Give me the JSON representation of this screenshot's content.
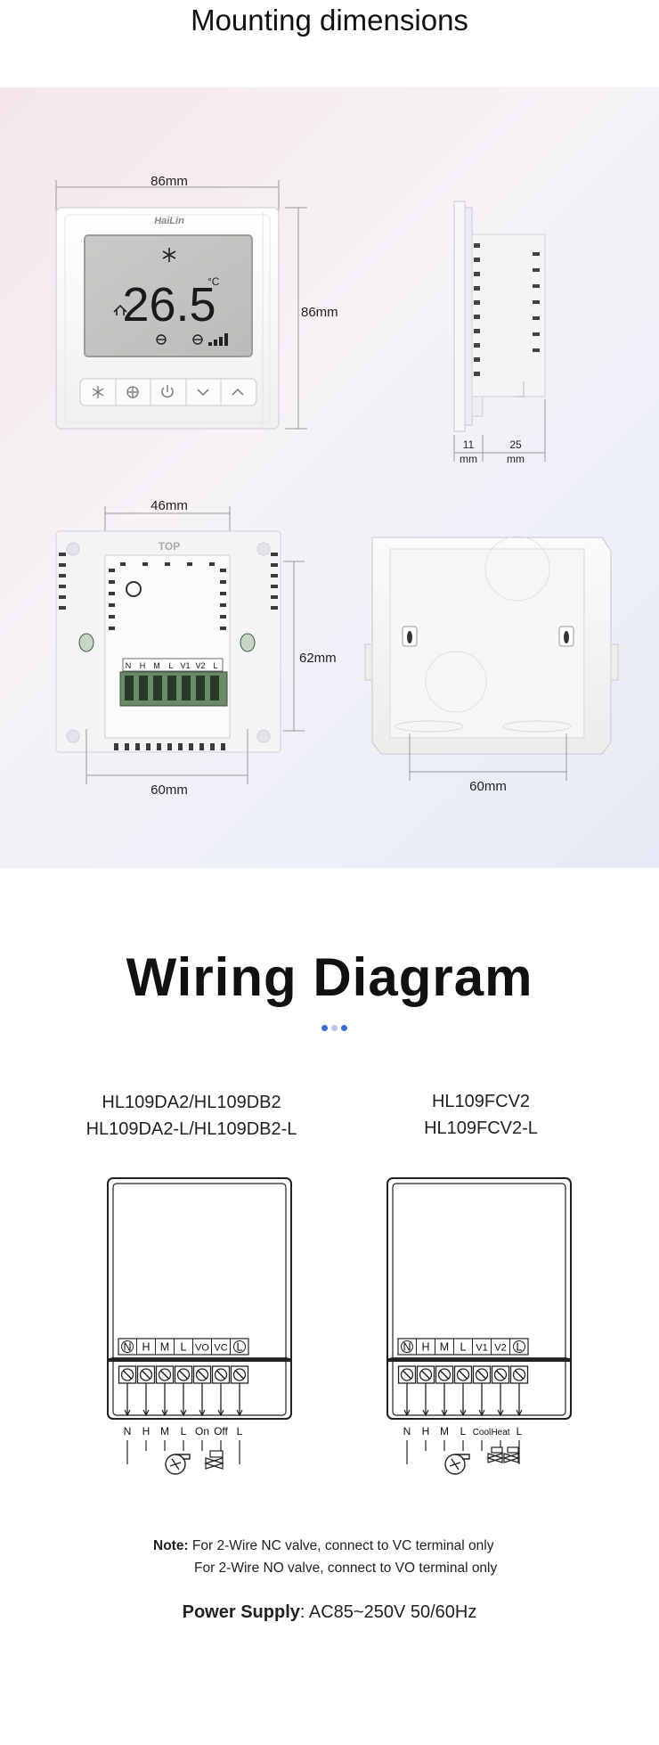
{
  "mounting": {
    "title": "Mounting dimensions",
    "front_width": "86mm",
    "front_height": "86mm",
    "side_depth_a": "11",
    "side_depth_b": "25",
    "side_unit_a": "mm",
    "side_unit_b": "mm",
    "back_module_width": "46mm",
    "back_module_height": "62mm",
    "back_hole_spacing": "60mm",
    "box_hole_spacing": "60mm",
    "brand_logo": "HaiLin",
    "lcd_temperature": "26.5",
    "lcd_unit": "°C",
    "back_label": "TOP",
    "back_terminals": [
      "N",
      "H",
      "M",
      "L",
      "V1",
      "V2",
      "L"
    ],
    "buttons": [
      "snowflake-icon",
      "fan-icon",
      "power-icon",
      "down-arrow-icon",
      "up-arrow-icon"
    ]
  },
  "wiring": {
    "title": "Wiring Diagram",
    "dot_colors": [
      "#3a6fd8",
      "#b9c6e8",
      "#3a6fd8"
    ],
    "left": {
      "model_line1": "HL109DA2/HL109DB2",
      "model_line2": "HL109DA2-L/HL109DB2-L",
      "terminals": [
        "N",
        "H",
        "M",
        "L",
        "VO",
        "VC",
        "L"
      ],
      "wires": [
        "N",
        "H",
        "M",
        "L",
        "On",
        "Off",
        "L"
      ]
    },
    "right": {
      "model_line1": "HL109FCV2",
      "model_line2": "HL109FCV2-L",
      "terminals": [
        "N",
        "H",
        "M",
        "L",
        "V1",
        "V2",
        "L"
      ],
      "wires": [
        "N",
        "H",
        "M",
        "L",
        "Cool",
        "Heat",
        "L"
      ]
    },
    "note_label": "Note:",
    "note_line1": "For 2-Wire NC valve, connect to VC terminal only",
    "note_line2": "For 2-Wire NO valve, connect to VO terminal only",
    "power_label": "Power Supply",
    "power_value": ": AC85~250V 50/60Hz"
  }
}
